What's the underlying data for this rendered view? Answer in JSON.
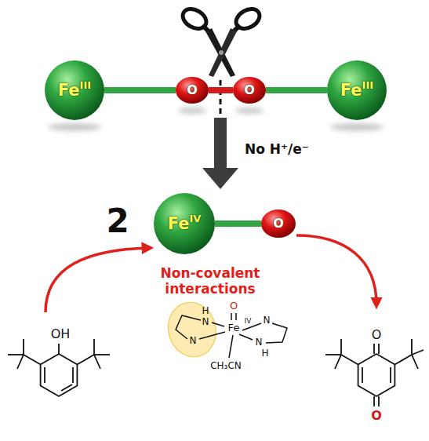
{
  "diagram": {
    "nodes": [
      {
        "text": [
          "Fe",
          "III"
        ]
      },
      {
        "text": [
          "O"
        ]
      },
      {
        "text": [
          "O"
        ]
      },
      {
        "text": [
          "Fe",
          "III"
        ]
      },
      {
        "text": [
          "Fe",
          "IV"
        ]
      },
      {
        "text": [
          "O"
        ]
      }
    ],
    "edges": [
      {
        "from": 0,
        "to": 1,
        "arrow": "none"
      },
      {
        "from": 1,
        "to": 2,
        "arrow": "none"
      },
      {
        "from": 2,
        "to": 3,
        "arrow": "none"
      },
      {
        "from": 4,
        "to": 5,
        "arrow": "none"
      }
    ],
    "labels": [
      "No H⁺/e⁻",
      "2",
      "Non-covalent interactions",
      "OH",
      "H",
      "N",
      "O",
      "Fe",
      "IV",
      "N",
      "N",
      "N",
      "H",
      "CH₃CN",
      "O",
      "O"
    ]
  }
}
